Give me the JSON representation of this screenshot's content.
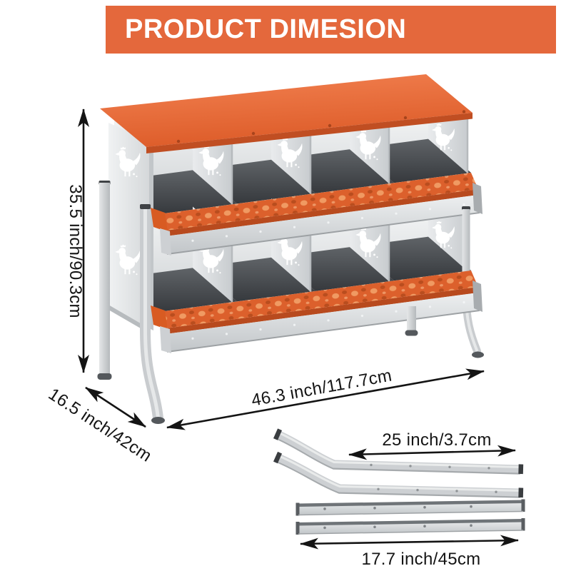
{
  "header": {
    "title": "PRODUCT DIMESION"
  },
  "dimensions": {
    "height": "35.5 inch/90.3cm",
    "depth": "16.5 inch/42cm",
    "width": "46.3 inch/117.7cm",
    "leg_rail": "25 inch/3.7cm",
    "bottom_rail": "17.7 inch/45cm"
  },
  "colors": {
    "banner_orange": "#E4683C",
    "roof_orange": "#ED7342",
    "tray_orange": "#DC602C",
    "metal_light": "#D6D9DB",
    "floor_dark": "#4A4E52",
    "text_dark": "#141414",
    "banner_text": "#FFFFFF"
  },
  "icons": {
    "chicken_cutout": "chicken-icon",
    "dimension_arrow": "double-arrow-icon"
  },
  "parts": {
    "nest_compartments": 8,
    "egg_trays": 2,
    "bent_leg_rails": 2,
    "straight_rails": 2
  }
}
